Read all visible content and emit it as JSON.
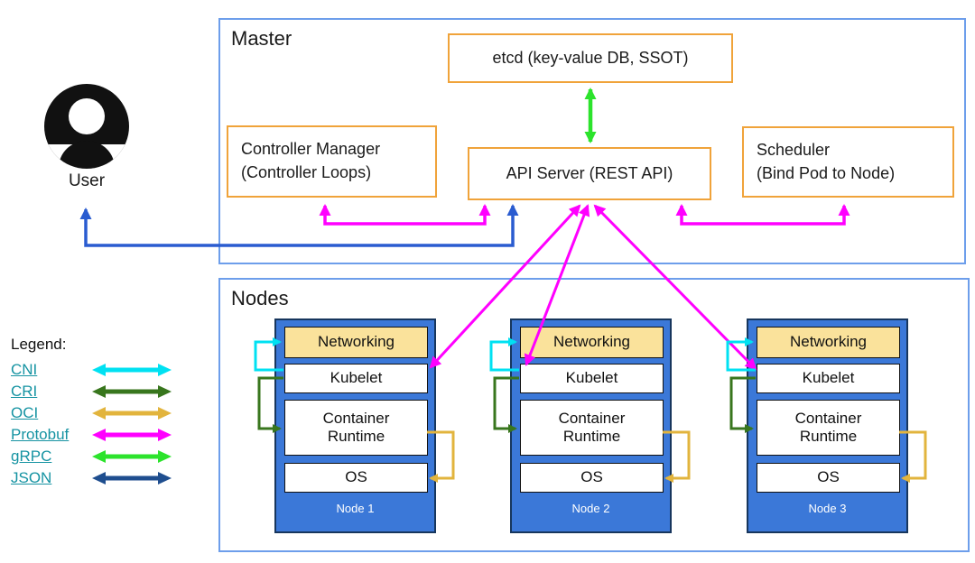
{
  "user": {
    "label": "User"
  },
  "master": {
    "title": "Master",
    "etcd_label": "etcd (key-value DB, SSOT)",
    "controller_manager_line1": "Controller Manager",
    "controller_manager_line2": "(Controller Loops)",
    "api_server_label": "API Server (REST API)",
    "scheduler_line1": "Scheduler",
    "scheduler_line2": "(Bind Pod to Node)"
  },
  "nodes_section": {
    "title": "Nodes",
    "layer_labels": [
      "Networking",
      "Kubelet",
      "Container Runtime",
      "OS"
    ],
    "nodes": [
      {
        "name": "Node 1"
      },
      {
        "name": "Node 2"
      },
      {
        "name": "Node 3"
      }
    ]
  },
  "legend": {
    "title": "Legend:",
    "items": [
      {
        "label": "CNI",
        "color": "#00e1f2"
      },
      {
        "label": "CRI",
        "color": "#38761d"
      },
      {
        "label": "OCI",
        "color": "#e2b43d"
      },
      {
        "label": "Protobuf",
        "color": "#ff00ff"
      },
      {
        "label": "gRPC",
        "color": "#2ce32c"
      },
      {
        "label": "JSON",
        "color": "#1f4e8f"
      }
    ]
  },
  "colors": {
    "outer_box_border": "#6d9eeb",
    "component_box_border": "#f0a33a",
    "node_fill": "#3b78d8",
    "node_border": "#17365d",
    "networking_fill": "#fae29b",
    "user_api_arrow": "#2a5cd0",
    "legend_link_text": "#1593a2"
  }
}
